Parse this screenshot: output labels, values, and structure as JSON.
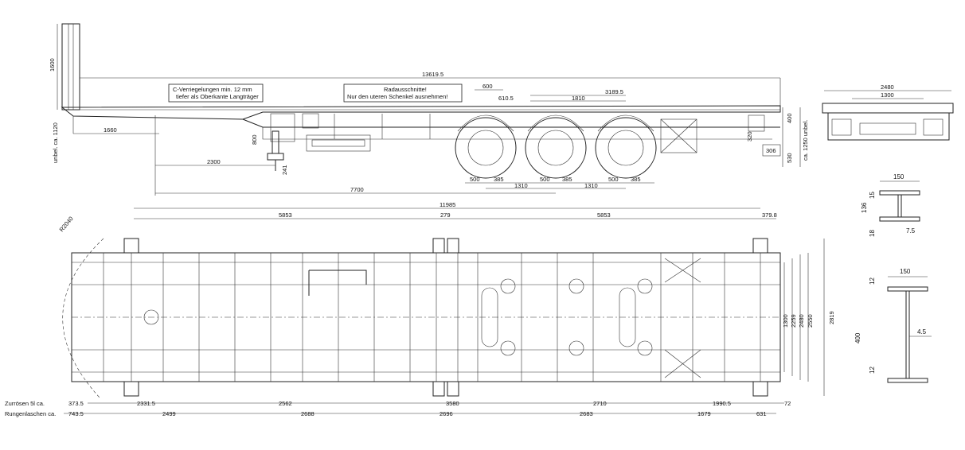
{
  "side_view": {
    "overall_length": "13619.5",
    "stanchion_height": "1600",
    "ground_height_label": "unbel. ca. 1120",
    "dim_1660": "1660",
    "dim_2300": "2300",
    "dim_7700": "7700",
    "dim_800": "800",
    "dim_241": "241",
    "dim_600": "600",
    "dim_610_5": "610.5",
    "dim_1810": "1810",
    "dim_3189_5": "3189.5",
    "dim_400": "400",
    "dim_320": "320",
    "dim_306": "306",
    "dim_530": "530",
    "dim_1250_label": "ca. 1250 unbel.",
    "wheel_500": "500",
    "wheel_385": "385",
    "axle_1310": "1310",
    "note_c_lock_1": "C-Verriegelungen min. 12 mm",
    "note_c_lock_2": "tiefer als Oberkante Langträger",
    "note_wheel_1": "Radausschnitte!",
    "note_wheel_2": "Nur den uteren Schenkel ausnehmen!"
  },
  "end_view": {
    "width_2480": "2480",
    "width_1300": "1300"
  },
  "top_view": {
    "overall": "11985",
    "seg_5853a": "5853",
    "seg_279": "279",
    "seg_5853b": "5853",
    "seg_379_8": "379.8",
    "radius": "R2040",
    "widths": [
      "1300",
      "2259",
      "2480",
      "2550"
    ],
    "width_2819": "2819",
    "zurr_label": "Zurrösen 5l ca.",
    "zurr_values": [
      "373.5",
      "2331.5",
      "2562",
      "3580",
      "2710",
      "1990.5",
      "72"
    ],
    "rungen_label": "Rungenlaschen ca.",
    "rungen_values": [
      "743.5",
      "2499",
      "2688",
      "2696",
      "2683",
      "1679",
      "631"
    ]
  },
  "profile_small": {
    "flange": "150",
    "top": "15",
    "height": "136",
    "bottom": "18",
    "web": "7.5"
  },
  "profile_large": {
    "flange": "150",
    "top": "12",
    "height": "400",
    "bottom": "12",
    "web": "4.5"
  }
}
